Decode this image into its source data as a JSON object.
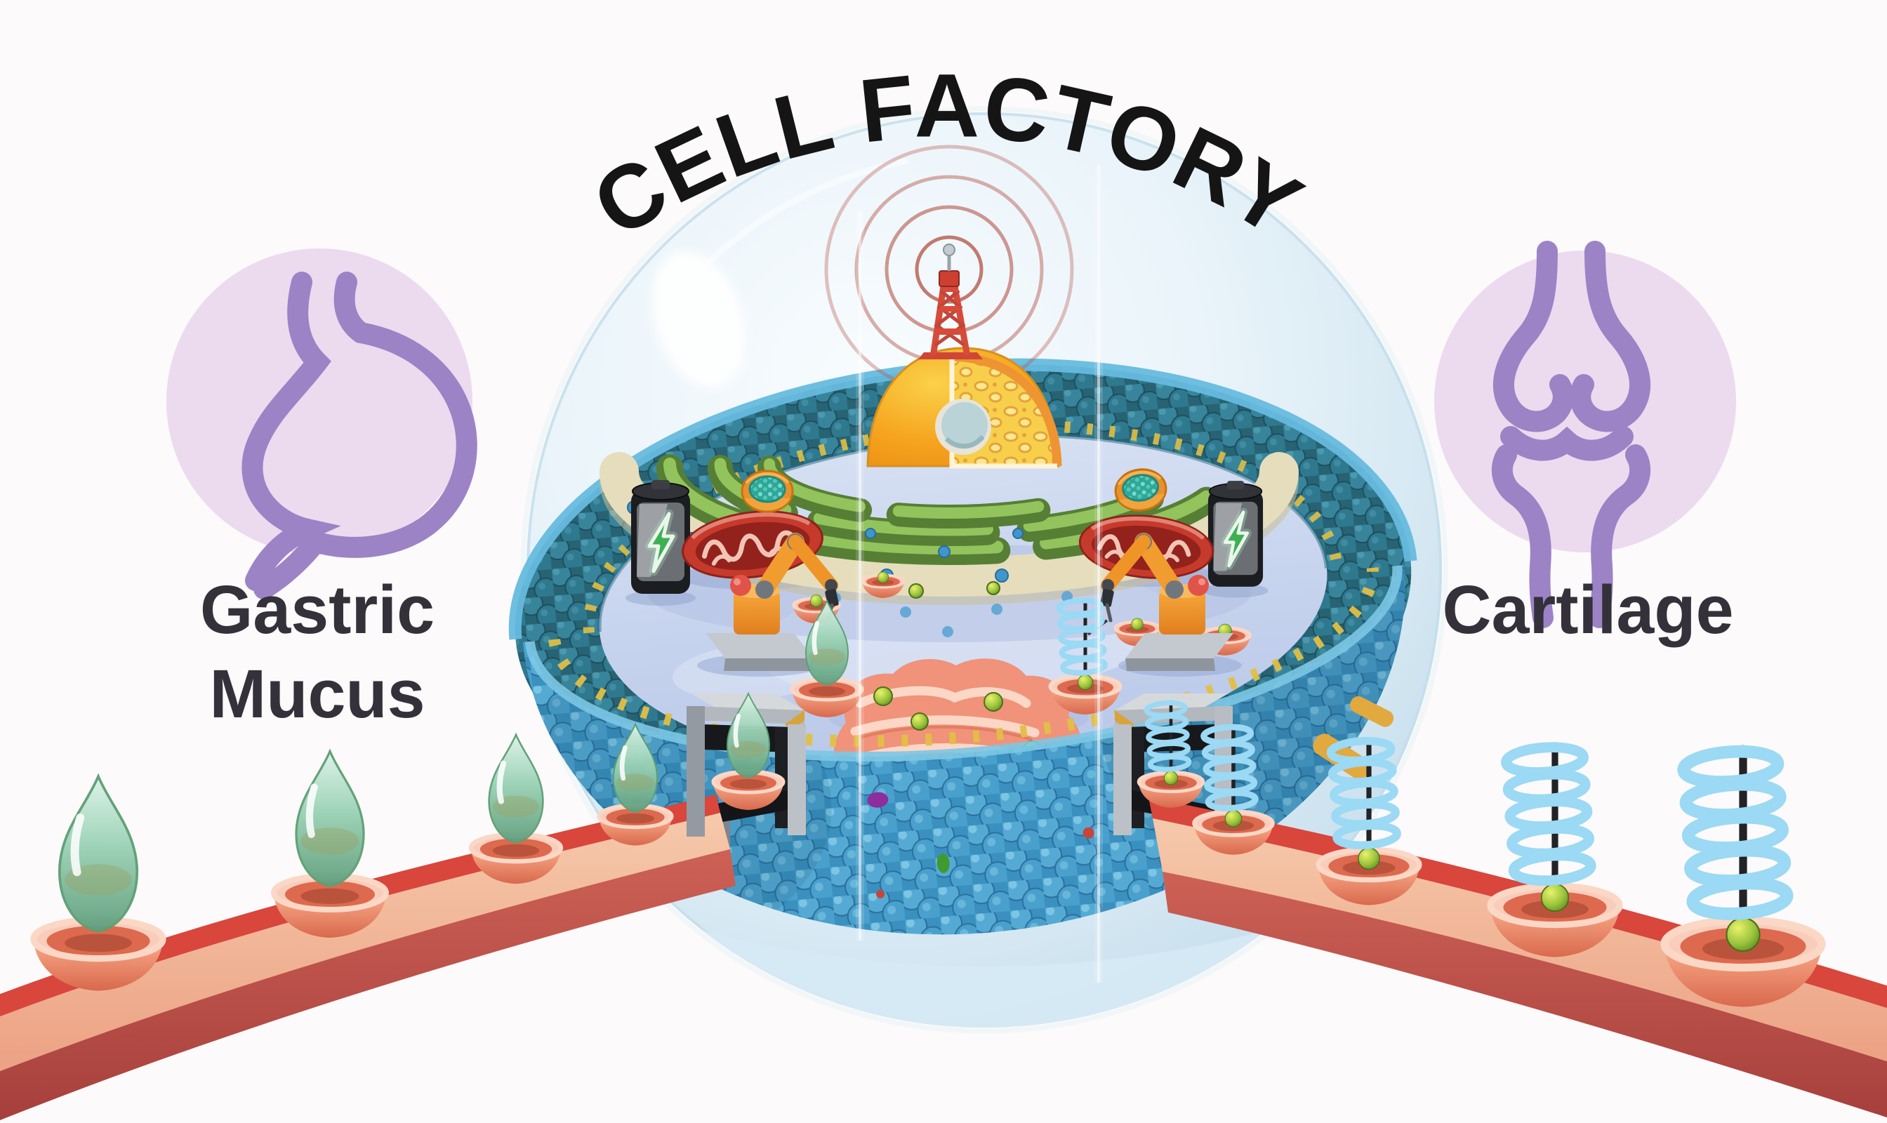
{
  "title": "CELL FACTORY",
  "left_panel": {
    "icon": "stomach-icon",
    "label_line1": "Gastric",
    "label_line2": "Mucus"
  },
  "right_panel": {
    "icon": "knee-joint-icon",
    "label": "Cartilage"
  },
  "cell": {
    "organelle_icons": [
      "nucleus-dome-icon",
      "signal-tower-icon",
      "signal-waves-icon",
      "nucleolus-icon",
      "rough-er-rings-icon",
      "golgi-apparatus-icon",
      "mitochondrion-icon",
      "battery-icon",
      "lightning-bolt-icon",
      "robot-arm-icon",
      "secretory-vesicle-icon",
      "membrane-gate-icon",
      "lipid-membrane-icon"
    ],
    "left_conveyor": {
      "product_icon": "mucus-droplet-icon",
      "bowl_count": 5
    },
    "right_conveyor": {
      "product_icon": "helix-fiber-icon",
      "bowl_count": 5
    }
  },
  "colors": {
    "background": "#fcfafa",
    "badge_fill": "#ecdaef",
    "badge_icon": "#9c83c5",
    "glass": "#d7e9f3",
    "membrane_blue": "#3a90bf",
    "cytoplasm": "#c7d4ee",
    "nucleus_orange": "#f6a41f",
    "nucleus_cut_yellow": "#f8cf4b",
    "er_green": "#567f35",
    "golgi_salmon": "#ef8e71",
    "mitochondrion_red": "#c63a2c",
    "belt_red": "#d8463c",
    "belt_surface": "#f2c4a0",
    "droplet_green": "#8cc9ac",
    "coil_blue": "#4aa3d8",
    "bolt_green": "#3faf54",
    "tower_red": "#d84a39",
    "title_color": "#151515"
  }
}
